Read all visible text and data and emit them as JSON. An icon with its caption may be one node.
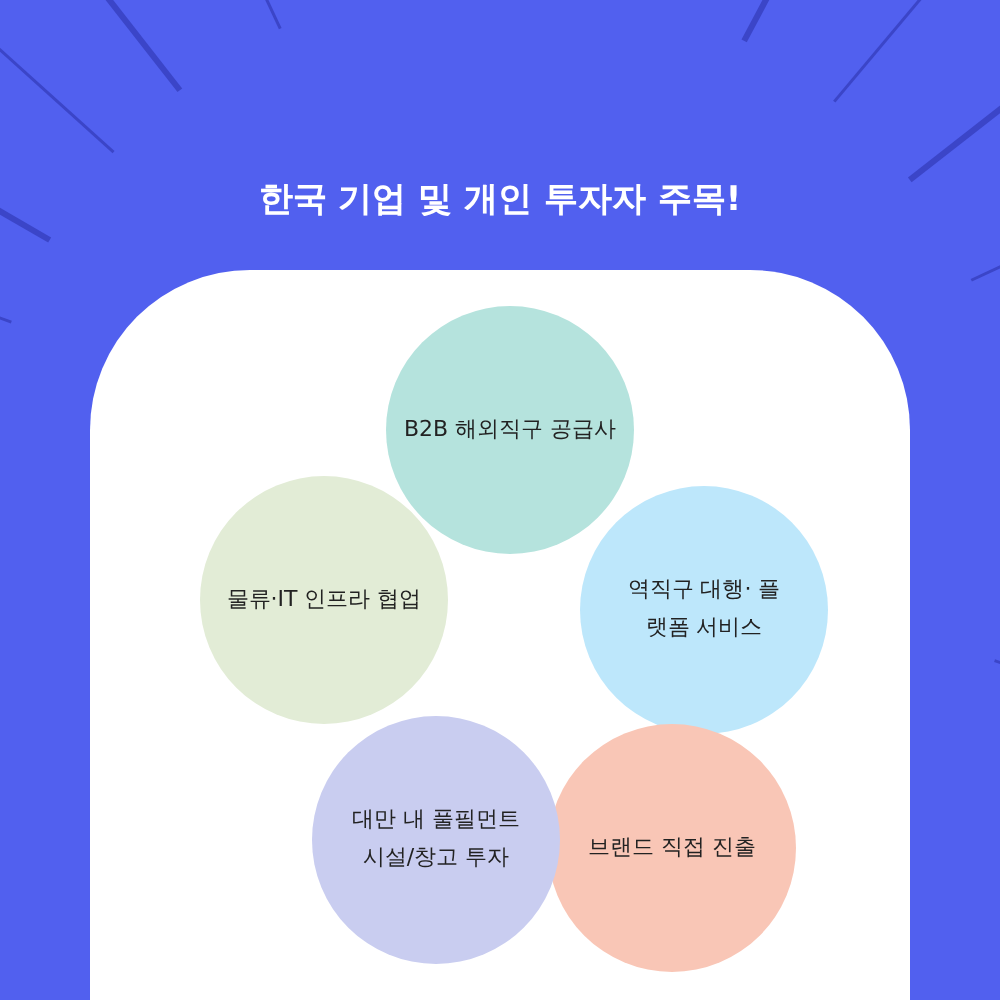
{
  "diagram": {
    "title": "한국 기업 및 개인 투자자 주목!",
    "nodes": [
      {
        "text": [
          "B2B 해외직구 공급사"
        ]
      },
      {
        "text": [
          "물류·IT 인프라 협업"
        ]
      },
      {
        "text": [
          "역직구 대행· 플랫폼 서비스"
        ]
      },
      {
        "text": [
          "대만 내 풀필먼트 시설/창고 투자"
        ]
      },
      {
        "text": [
          "브랜드 직접 진출"
        ]
      }
    ],
    "edges": []
  }
}
